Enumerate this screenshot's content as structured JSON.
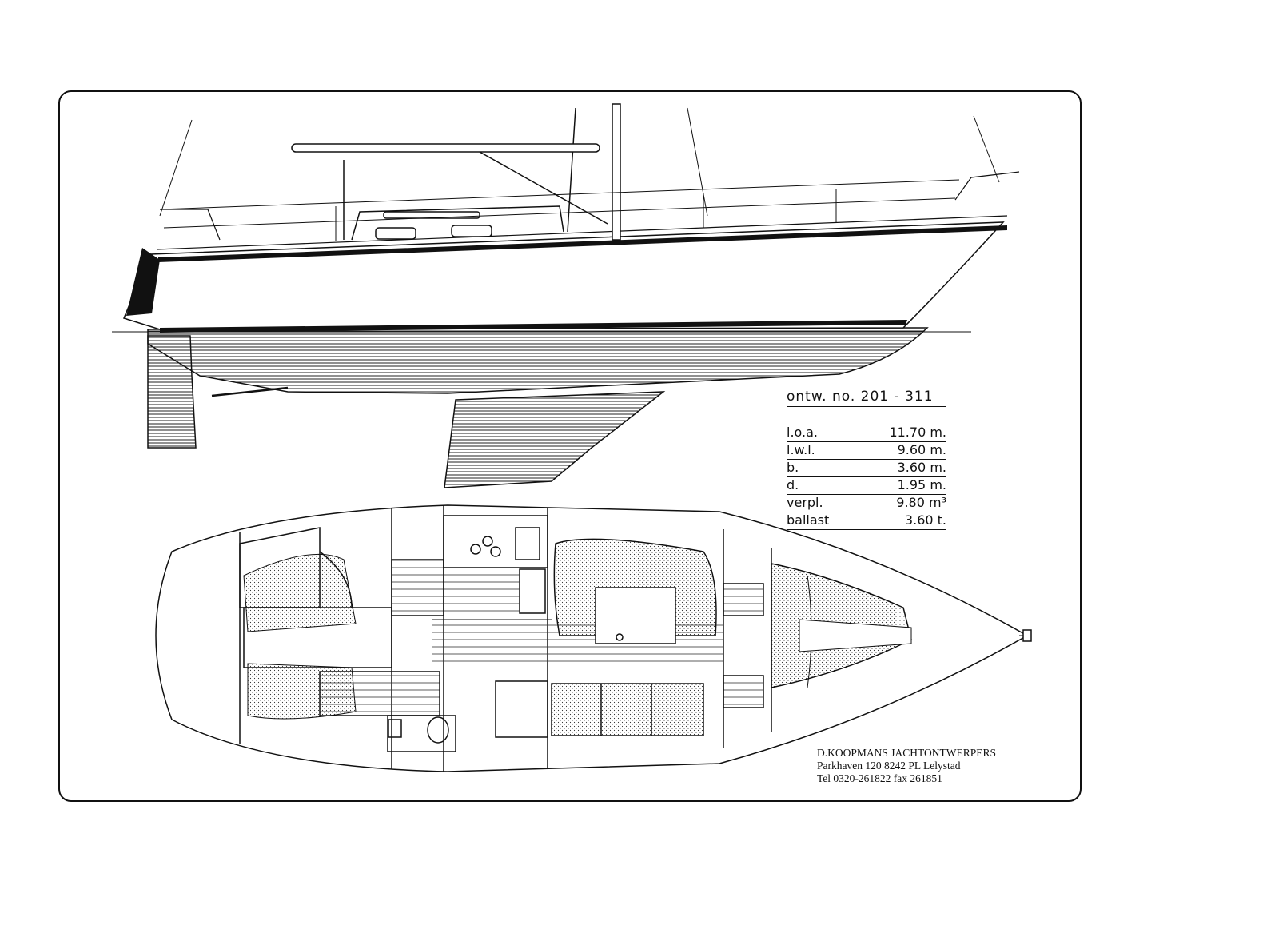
{
  "design": {
    "number_label": "ontw. no. 201 - 311"
  },
  "specs": [
    {
      "label": "l.o.a.",
      "value": "11.70 m."
    },
    {
      "label": "l.w.l.",
      "value": "9.60 m."
    },
    {
      "label": "b.",
      "value": "3.60 m."
    },
    {
      "label": "d.",
      "value": "1.95 m."
    },
    {
      "label": "verpl.",
      "value": "9.80 m³"
    },
    {
      "label": "ballast",
      "value": "3.60 t."
    }
  ],
  "designer": {
    "name": "D.KOOPMANS JACHTONTWERPERS",
    "address": "Parkhaven 120 8242 PL Lelystad",
    "contact": "Tel 0320-261822 fax 261851"
  },
  "colors": {
    "ink": "#111111",
    "paper": "#ffffff"
  },
  "icons": [
    "sailplan-profile-drawing",
    "accommodation-plan-drawing"
  ]
}
